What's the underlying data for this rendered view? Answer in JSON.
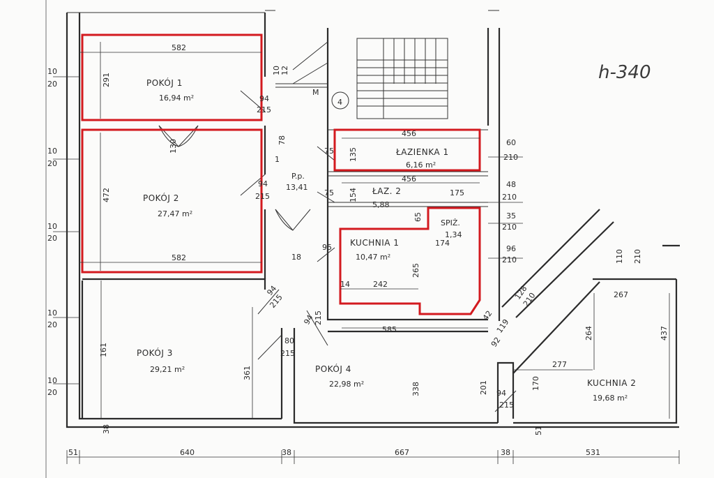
{
  "note": "h-340",
  "rooms": [
    {
      "name": "POKÓJ 1",
      "area": "16,94 m²"
    },
    {
      "name": "POKÓJ 2",
      "area": "27,47 m²"
    },
    {
      "name": "POKÓJ 3",
      "area": "29,21 m²"
    },
    {
      "name": "POKÓJ 4",
      "area": "22,98 m²"
    },
    {
      "name": "ŁAZIENKA 1",
      "area": "6,16 m²"
    },
    {
      "name": "ŁAZ. 2",
      "area": "5,88"
    },
    {
      "name": "SPIŻ.",
      "area": "1,34"
    },
    {
      "name": "KUCHNIA 1",
      "area": "10,47 m²"
    },
    {
      "name": "KUCHNIA 2",
      "area": "19,68 m²"
    },
    {
      "name": "P.p.",
      "area": "13,41"
    }
  ],
  "staircase_label": "4",
  "staircase_marker": "M",
  "dims_top": [
    "582",
    "291",
    "582",
    "472",
    "130",
    "78"
  ],
  "dims_doors": [
    "94",
    "215",
    "94",
    "215",
    "94",
    "215",
    "94",
    "215",
    "80",
    "215",
    "94",
    "215",
    "95",
    "18"
  ],
  "dims_bath": [
    "456",
    "135",
    "75",
    "456",
    "154",
    "75",
    "175",
    "65",
    "60",
    "210",
    "48",
    "210",
    "35",
    "210",
    "96",
    "210"
  ],
  "dims_kitchen1": [
    "174",
    "265",
    "242",
    "14"
  ],
  "dims_middle": [
    "585",
    "161",
    "361",
    "338",
    "201",
    "170",
    "277",
    "264",
    "437",
    "267",
    "110",
    "210",
    "128",
    "210",
    "42",
    "119",
    "92",
    "38",
    "51"
  ],
  "dims_left": [
    "10",
    "20",
    "10",
    "20",
    "10",
    "20",
    "10",
    "20",
    "10",
    "20",
    "10",
    "20"
  ],
  "dims_bottom": [
    "51",
    "640",
    "38",
    "667",
    "38",
    "531"
  ],
  "dims_misc": [
    "10",
    "12",
    "1"
  ],
  "highlight_color": "#d31a1f"
}
